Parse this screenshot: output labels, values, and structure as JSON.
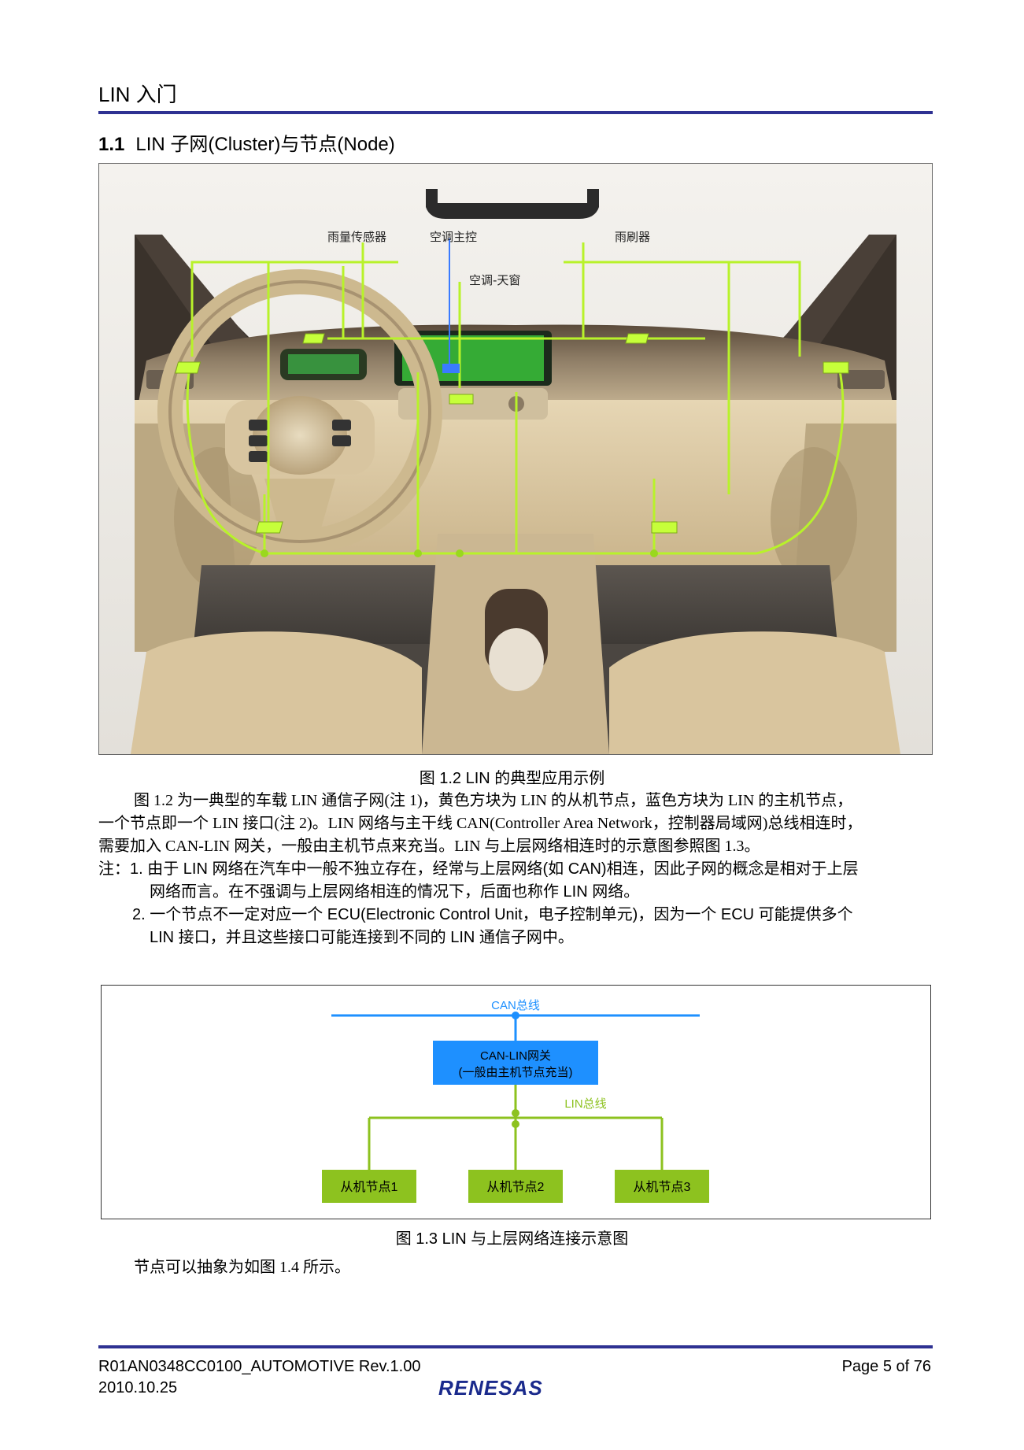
{
  "header": {
    "title": "LIN 入门"
  },
  "section": {
    "number": "1.1",
    "title": "LIN 子网(Cluster)与节点(Node)"
  },
  "figure1": {
    "labels": {
      "rain_sensor": "雨量传感器",
      "ac_main": "空调主控",
      "wiper": "雨刷器",
      "ac_sunroof": "空调-天窗"
    },
    "colors": {
      "slave_node": "#c6ff3a",
      "master_node": "#3a7bff",
      "bus_line": "#b8f22a"
    },
    "caption": "图 1.2 LIN 的典型应用示例"
  },
  "body": {
    "paragraph_lines": [
      "图 1.2 为一典型的车载 LIN 通信子网(注 1)，黄色方块为 LIN 的从机节点，蓝色方块为 LIN 的主机节点，",
      "一个节点即一个 LIN 接口(注 2)。LIN 网络与主干线 CAN(Controller Area Network，控制器局域网)总线相连时，",
      "需要加入 CAN-LIN 网关，一般由主机节点来充当。LIN 与上层网络相连时的示意图参照图 1.3。"
    ],
    "note_prefix": "注：",
    "note1_num": "1.",
    "note1_lines": [
      "由于 LIN 网络在汽车中一般不独立存在，经常与上层网络(如 CAN)相连，因此子网的概念是相对于上层",
      "网络而言。在不强调与上层网络相连的情况下，后面也称作 LIN 网络。"
    ],
    "note2_num": "2.",
    "note2_lines": [
      "一个节点不一定对应一个 ECU(Electronic Control Unit，电子控制单元)，因为一个 ECU 可能提供多个",
      "LIN 接口，并且这些接口可能连接到不同的 LIN 通信子网中。"
    ]
  },
  "figure2": {
    "can_bus_label": "CAN总线",
    "gateway_line1": "CAN-LIN网关",
    "gateway_line2": "(一般由主机节点充当)",
    "lin_bus_label": "LIN总线",
    "slaves": [
      "从机节点1",
      "从机节点2",
      "从机节点3"
    ],
    "colors": {
      "can": "#1e90ff",
      "gateway": "#1e90ff",
      "lin": "#8dc21f",
      "slave": "#8dc21f"
    },
    "caption": "图 1.3 LIN 与上层网络连接示意图"
  },
  "closing_text": "节点可以抽象为如图 1.4 所示。",
  "footer": {
    "doc_id": "R01AN0348CC0100_AUTOMOTIVE Rev.1.00",
    "date": "2010.10.25",
    "page": "Page  5  of 76",
    "logo_text": "RENESAS"
  }
}
